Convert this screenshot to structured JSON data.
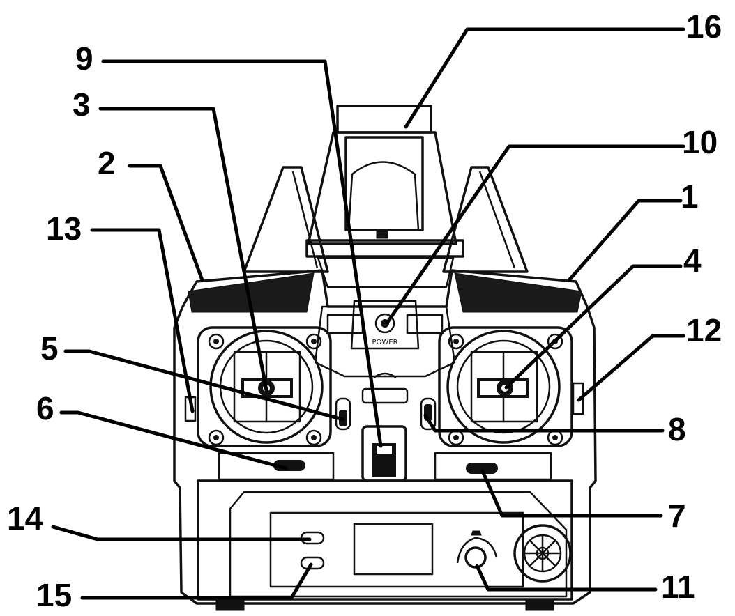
{
  "diagram": {
    "subject": "radio transmitter",
    "callouts": [
      "1",
      "2",
      "3",
      "4",
      "5",
      "6",
      "7",
      "8",
      "9",
      "10",
      "11",
      "12",
      "13",
      "14",
      "15",
      "16"
    ],
    "power_label": "POWER"
  }
}
